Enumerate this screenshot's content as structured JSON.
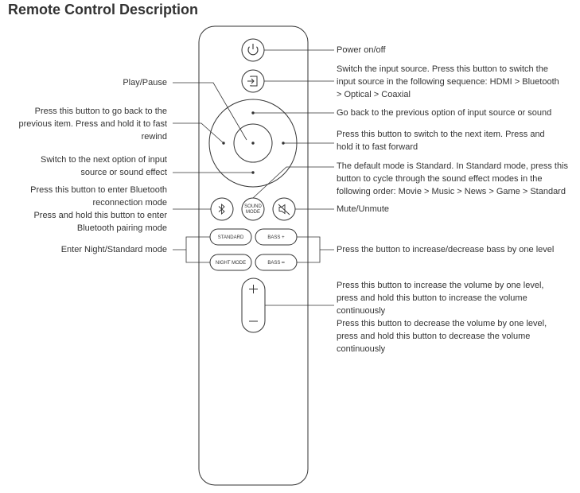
{
  "title": "Remote Control Description",
  "buttons": {
    "sound_mode": [
      "SOUND",
      "MODE"
    ],
    "standard": "STANDARD",
    "night_mode": "NIGHT MODE",
    "bass_plus": "BASS +",
    "bass_minus": "BASS ━"
  },
  "labels": {
    "power": "Power on/off",
    "input": [
      "Switch the input source. Press this button to switch the",
      "input source in the following sequence: HDMI > Bluetooth",
      "> Optical > Coaxial"
    ],
    "play_pause": "Play/Pause",
    "go_back": "Go back to the previous option of input source or sound",
    "previous": [
      "Press this button to go back to the",
      "previous item. Press and hold it to fast",
      "rewind"
    ],
    "next": [
      "Press this button to switch to the next item. Press and",
      "hold it to fast forward"
    ],
    "switch_next": [
      "Switch to the next option of input",
      "source or sound effect"
    ],
    "default_mode": [
      "The default mode is Standard. In Standard mode, press this",
      "button to cycle through the sound effect modes in the",
      "following order: Movie > Music > News > Game > Standard"
    ],
    "bluetooth": [
      "Press this button to enter Bluetooth",
      "reconnection mode",
      "Press and hold this button to enter",
      "Bluetooth pairing mode"
    ],
    "mute": "Mute/Unmute",
    "night_standard": "Enter Night/Standard mode",
    "bass": "Press the button to increase/decrease bass by one level",
    "volume": [
      "Press this button to increase the volume by one level,",
      "press and hold this button to increase the volume",
      "continuously",
      "Press this button to decrease the volume by one level,",
      "press and hold this button to decrease the volume",
      "continuously"
    ]
  }
}
